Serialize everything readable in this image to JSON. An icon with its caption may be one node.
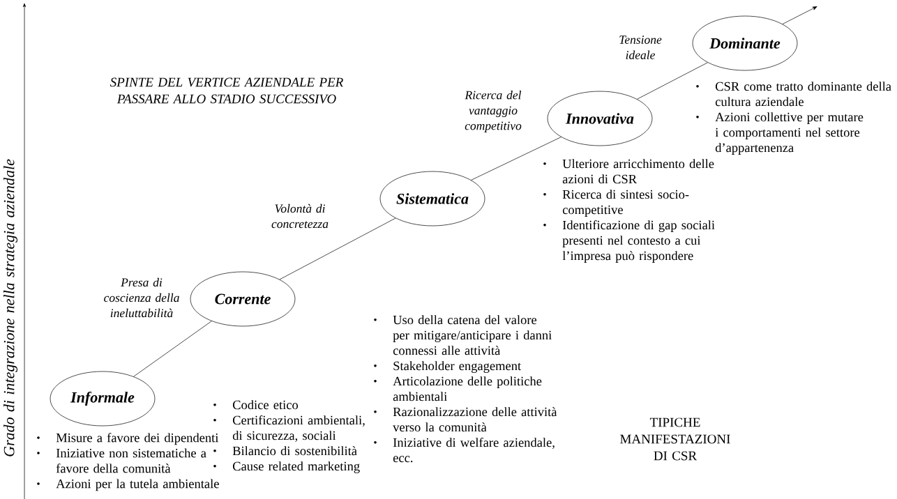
{
  "diagram": {
    "nodes": [
      {
        "text": [
          "Informale"
        ],
        "beside": [
          "Misure a favore dei dipendenti",
          "Iniziative non sistematiche a favore della comunità",
          "Azioni per la tutela ambientale"
        ]
      },
      {
        "text": [
          "Corrente"
        ],
        "beside": [
          "Codice etico",
          "Certificazioni ambientali, di sicurezza, sociali",
          "Bilancio di sostenibilità",
          "Cause related marketing"
        ]
      },
      {
        "text": [
          "Sistematica"
        ],
        "beside": [
          "Uso della catena del valore per mitigare/anticipare i danni connessi alle attività",
          "Stakeholder engagement",
          "Articolazione delle politiche ambientali",
          "Razionalizzazione delle attività verso la comunità",
          "Iniziative di welfare aziendale, ecc."
        ]
      },
      {
        "text": [
          "Innovativa"
        ],
        "beside": [
          "Ulteriore arricchimento delle azioni di CSR",
          "Ricerca di sintesi socio-competitive",
          "Identificazione di gap sociali presenti nel contesto a cui l’impresa può rispondere"
        ]
      },
      {
        "text": [
          "Dominante"
        ],
        "beside": [
          "CSR come tratto dominante della cultura aziendale",
          "Azioni collettive per mutare i comportamenti nel settore d’appartenenza"
        ]
      }
    ],
    "edges": [
      {
        "from": 0,
        "to": 1,
        "arrow": "none"
      },
      {
        "from": 1,
        "to": 2,
        "arrow": "none"
      },
      {
        "from": 2,
        "to": 3,
        "arrow": "none"
      },
      {
        "from": 3,
        "to": 4,
        "arrow": "none"
      },
      {
        "from": 4,
        "to": null,
        "arrow": "to"
      }
    ],
    "labels": [
      "Grado di integrazione nella strategia aziendale",
      "SPINTE DEL VERTICE AZIENDALE PER PASSARE ALLO STADIO SUCCESSIVO",
      "Tensione ideale",
      "Ricerca del vantaggio competitivo",
      "Volontà di concretezza",
      "Presa di coscienza della ineluttabilità",
      "TIPICHE MANIFESTAZIONI DI CSR"
    ]
  }
}
